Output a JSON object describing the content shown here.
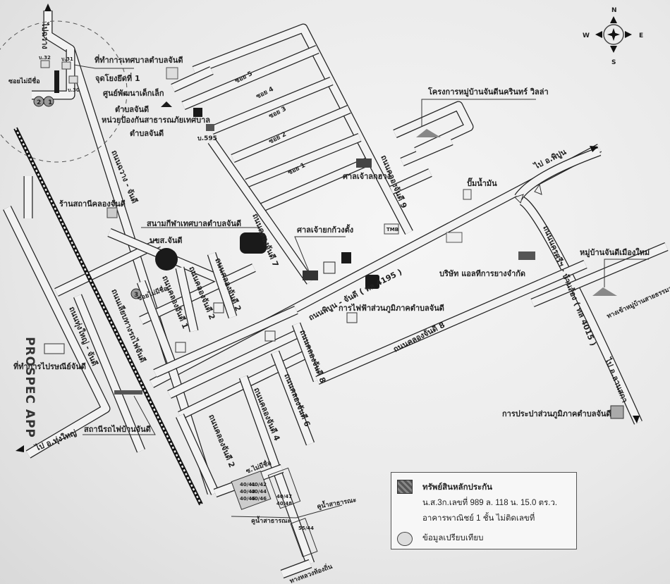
{
  "compass": {
    "n": "N",
    "e": "E",
    "s": "S",
    "w": "W"
  },
  "roads": {
    "phibun_chandi": "ถนนพิบูน - จันดี ( ทล 4195 )",
    "nakhon_bansong": "ถนนนครศรีฯ - บ้านส้อง ( ทล 4015 )",
    "chawang_chandi": "ถนนฉวาง - จันดี",
    "thungyai_chandi": "ถนนทุ่งใหญ่ - จันดี",
    "railway_road": "ถนนเลียบทางรถไฟจันดี",
    "klong1": "ถนนคลองจันดี 1",
    "klong2a": "ถนนคลองจันดี 2",
    "klong2": "ถนนคลองจันดี 2",
    "klong4": "ถนนคลองจันดี 4",
    "klong6": "ถนนคลองจันดี 6",
    "klong7": "ถนนคลองจันดี 7",
    "klong8a": "ถนนคลองจันดี 8",
    "klong8": "ถนนคลองจันดี 8",
    "klong9": "ถนนคลองจันดี 9",
    "soi1": "ซอย 1",
    "soi2": "ซอย 2",
    "soi3": "ซอย 3",
    "soi4": "ซอย 4",
    "soi5": "ซอย 5",
    "soi_maimeechue_top": "ซอยไม่มีชื่อ",
    "soi_maimeechue_mid": "ซอยไม่มีชื่อ",
    "soi_maimeechue_low": "ซ.ไม่มีชื่อ",
    "to_north": "ไปฉวาง",
    "to_phipun": "ไป อ.พิปูน",
    "to_lansaka": "ไป อ.ลานสกา",
    "to_thungyai": "ไป อ.ทุ่งใหญ่",
    "to_village_saithamma": "ทางเข้าหมู่บ้านสายธรรมา",
    "to_highway": "ทางหลวงท้องถิ่น",
    "canal_a": "คูน้ำสาธารณะ",
    "canal_b": "คูน้ำสาธารณะ"
  },
  "places": {
    "municipal_office": "ที่ทำการเทศบาลตำบลจันดี",
    "viewpoint": "จุดโยงยึดที่ 1",
    "child_center_1": "ศูนย์พัฒนาเด็กเล็ก",
    "child_center_2": "ตำบลจันดี",
    "disaster_unit_1": "หน่วยป้องกันสาธารณภัยเทศบาล",
    "disaster_unit_2": "ตำบลจันดี",
    "b595": "บ.595",
    "b32": "บ.32",
    "b31": "บ.31",
    "b30": "บ.30",
    "village_project": "โครงการหมู่บ้านจันดีนครินทร์ วิลล่า",
    "shrine_1": "ศาลเจ้าลกฮวง",
    "shrine_2": "ศาลเจ้ายกก้วงตั้ง",
    "gas_station": "ปั๊มน้ำมัน",
    "health_station": "ร้านสถานีคลองจันดี",
    "stadium": "สนามกีฬาเทศบาลตำบลจันดี",
    "bks": "บขส.จันดี",
    "rubber_company": "บริษัท แอลทีการยางจำกัด",
    "new_village": "หมู่บ้านจันดีเมืองใหม่",
    "electricity": "การไฟฟ้าส่วนภูมิภาคตำบลจันดี",
    "post_office": "ที่ทำการไปรษณีย์จันดี",
    "train_station": "สถานีรถไฟบ้านจันดี",
    "water_authority": "การประปาส่วนภูมิภาคตำบลจันดี",
    "tmb": "TMB",
    "lot1": "1",
    "lot2": "2",
    "lot3": "3",
    "parcels": [
      "40/41",
      "40/42",
      "40/43",
      "40/44",
      "40/45",
      "40/46",
      "40/47",
      "40/48",
      "55/44"
    ]
  },
  "legend": {
    "collateral": "ทรัพย์สินหลักประกัน",
    "deed": "น.ส.3ก.เลขที่ 989  ล. 118  น. 15.0 ตร.ว.",
    "building": "อาคารพาณิชย์ 1 ชั้น ไม่ติดเลขที่",
    "comparable": "ข้อมูลเปรียบเทียบ"
  },
  "margin_text": "PROSPEC APP",
  "colors": {
    "road_edge": "#222222",
    "road_fill": "#f2f2f2",
    "symbol_dark": "#1a1a1a"
  }
}
